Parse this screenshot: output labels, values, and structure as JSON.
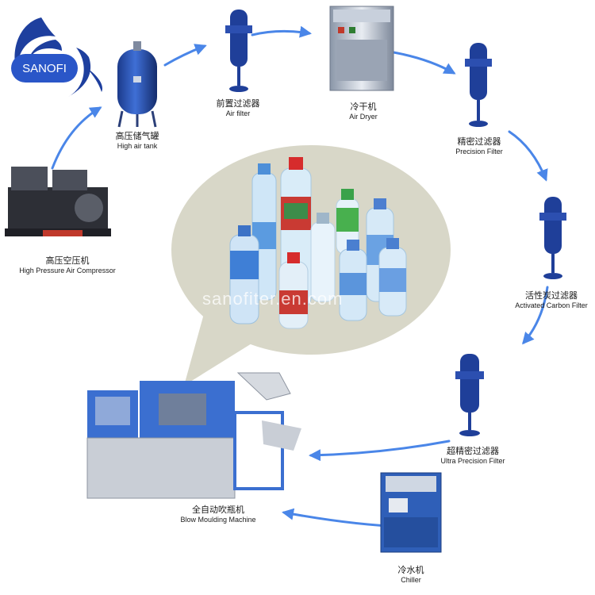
{
  "logo": {
    "text": "SANOFI"
  },
  "watermark": "sanofiter.en.com",
  "colors": {
    "arrow": "#4a86e8",
    "filter_blue": "#1f3f99",
    "bubble": "#d8d7c8",
    "logo_blue": "#1e3f9e"
  },
  "nodes": [
    {
      "key": "high-air-tank",
      "cn": "高压储气罐",
      "en": "High air tank",
      "icon": "pressure-tank-icon"
    },
    {
      "key": "air-filter",
      "cn": "前置过滤器",
      "en": "Air filter",
      "icon": "filter-icon"
    },
    {
      "key": "air-dryer",
      "cn": "冷干机",
      "en": "Air Dryer",
      "icon": "dryer-icon"
    },
    {
      "key": "precision-filter",
      "cn": "精密过滤器",
      "en": "Precision Filter",
      "icon": "filter-icon"
    },
    {
      "key": "activated-carbon-filter",
      "cn": "活性炭过滤器",
      "en": "Activated Carbon Filter",
      "icon": "filter-icon"
    },
    {
      "key": "ultra-precision-filter",
      "cn": "超精密过滤器",
      "en": "Ultra Precision Filter",
      "icon": "filter-icon"
    },
    {
      "key": "chiller",
      "cn": "冷水机",
      "en": "Chiller",
      "icon": "chiller-icon"
    },
    {
      "key": "blow-moulding-machine",
      "cn": "全自动吹瓶机",
      "en": "Blow Moulding Machine",
      "icon": "blow-moulding-machine-icon"
    },
    {
      "key": "high-pressure-air-compressor",
      "cn": "高压空压机",
      "en": "High Pressure Air Compressor",
      "icon": "air-compressor-icon"
    }
  ]
}
